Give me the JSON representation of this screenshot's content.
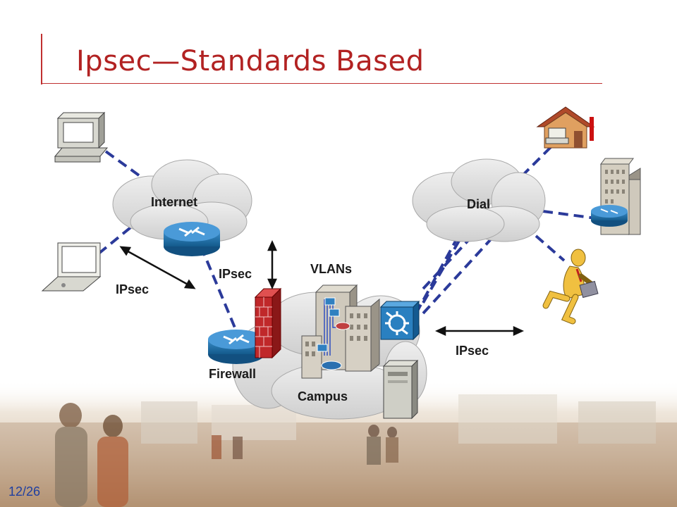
{
  "title": {
    "part1": "Ipsec",
    "dash": "—",
    "part2": "Standards Based"
  },
  "clouds": {
    "internet": "Internet",
    "dial": "Dial",
    "campus": "Campus"
  },
  "labels": {
    "ipsec_left": "IPsec",
    "ipsec_mid": "IPsec",
    "ipsec_right": "IPsec",
    "vlans": "VLANs",
    "firewall": "Firewall"
  },
  "page_number": "12/26",
  "colors": {
    "title": "#b22222",
    "link": "#2b3a9a",
    "cloud": "#dadada",
    "router": "#1e6fa8",
    "firewall": "#c0282a",
    "page_number": "#1f3fa0"
  },
  "icons": [
    "desktop-pc-icon",
    "laptop-icon",
    "router-icon",
    "firewall-icon",
    "layer3-switch-icon",
    "server-icon",
    "building-icon",
    "home-office-icon",
    "mobile-worker-icon",
    "arrow-icon"
  ]
}
